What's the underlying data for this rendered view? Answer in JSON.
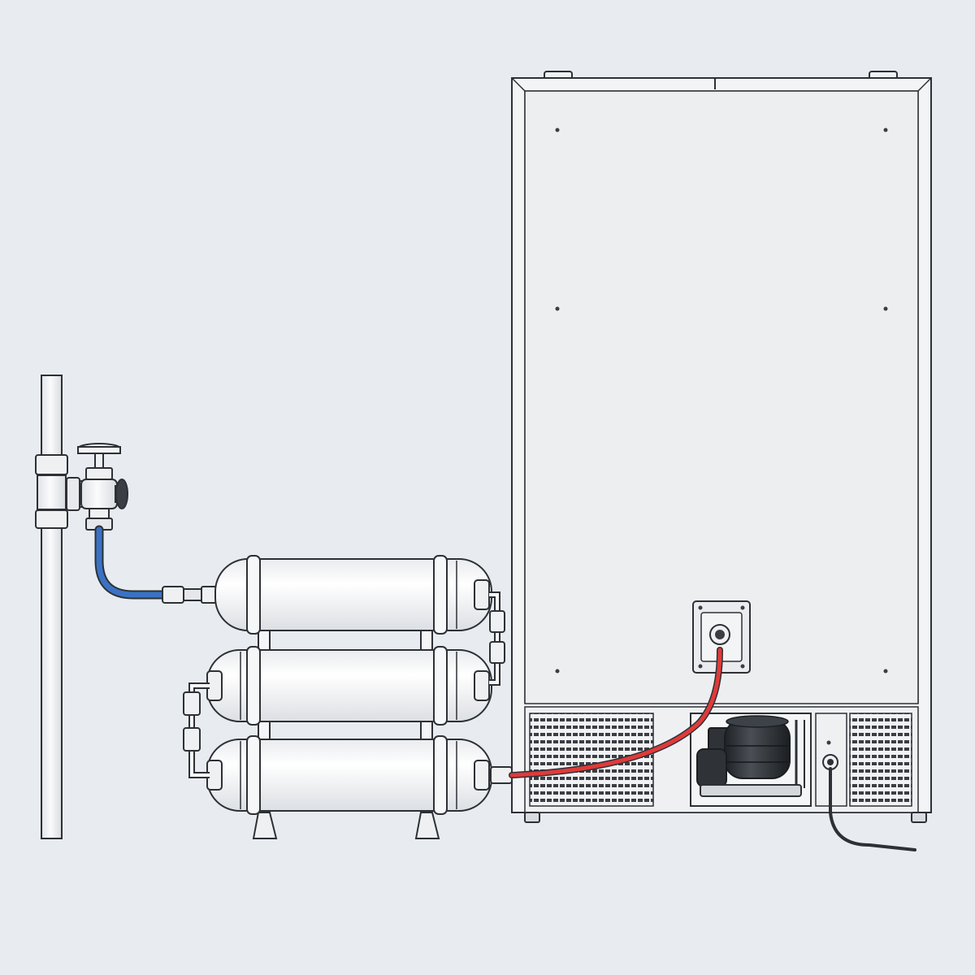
{
  "diagram": {
    "components": [
      {
        "id": "water-supply-pipe",
        "icon": "vertical-pipe"
      },
      {
        "id": "shutoff-valve",
        "icon": "gate-valve-icon"
      },
      {
        "id": "inlet-supply-line",
        "icon": "flexible-hose"
      },
      {
        "id": "filter-housing-top",
        "icon": "cartridge-filter"
      },
      {
        "id": "filter-housing-middle",
        "icon": "cartridge-filter"
      },
      {
        "id": "filter-housing-bottom",
        "icon": "cartridge-filter"
      },
      {
        "id": "filter-bracket-rack",
        "icon": "mounting-bracket"
      },
      {
        "id": "filtered-water-line",
        "icon": "flexible-hose"
      },
      {
        "id": "appliance-cabinet",
        "icon": "ice-machine-rear"
      },
      {
        "id": "water-inlet-port",
        "icon": "inlet-fitting"
      },
      {
        "id": "compressor",
        "icon": "compressor-icon"
      },
      {
        "id": "power-cord",
        "icon": "power-cord-icon"
      }
    ],
    "colors": {
      "background": "#e8ecf0",
      "outline": "#2d3136",
      "cabinet_fill": "#f3f4f5",
      "cabinet_panel": "#eceef0",
      "filter_fill": "#fafafa",
      "cold_line": "#3a72c4",
      "filtered_line": "#e03a3a",
      "compressor_fill": "#2f3338",
      "pipe_fill": "#f4f5f6"
    }
  }
}
